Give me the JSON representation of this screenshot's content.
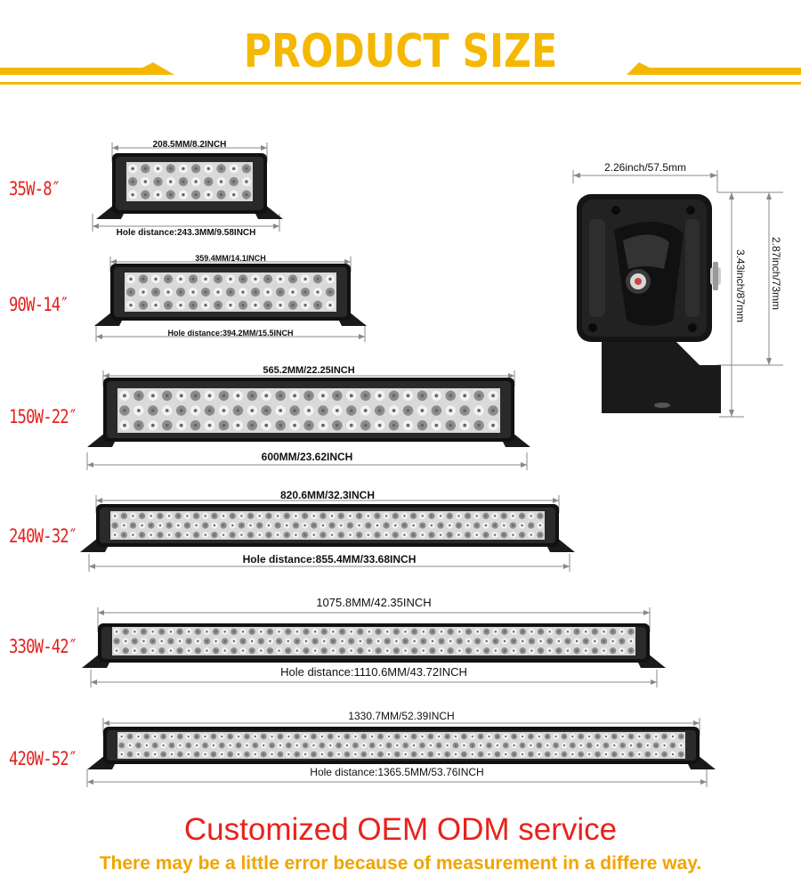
{
  "header": {
    "title": "PRODUCT SIZE",
    "accent_color": "#f5b800"
  },
  "products": [
    {
      "model": "35W-8″",
      "length_label": "208.5MM/8.2INCH",
      "hole_label": "Hole distance:243.3MM/9.58INCH"
    },
    {
      "model": "90W-14″",
      "length_label": "359.4MM/14.1INCH",
      "hole_label": "Hole distance:394.2MM/15.5INCH"
    },
    {
      "model": "150W-22″",
      "length_label": "565.2MM/22.25INCH",
      "hole_label": "600MM/23.62INCH"
    },
    {
      "model": "240W-32″",
      "length_label": "820.6MM/32.3INCH",
      "hole_label": "Hole distance:855.4MM/33.68INCH"
    },
    {
      "model": "330W-42″",
      "length_label": "1075.8MM/42.35INCH",
      "hole_label": "Hole distance:1110.6MM/43.72INCH"
    },
    {
      "model": "420W-52″",
      "length_label": "1330.7MM/52.39INCH",
      "hole_label": "Hole distance:1365.5MM/53.76INCH"
    }
  ],
  "side_view": {
    "width_label": "2.26inch/57.5mm",
    "height_label": "3.43inch/87mm",
    "depth_label": "2.87inch/73mm"
  },
  "footer": {
    "main": "Customized OEM ODM service",
    "note": "There may be a little error because of measurement in a differe way.",
    "main_color": "#e8221c",
    "note_color": "#f0a500"
  }
}
